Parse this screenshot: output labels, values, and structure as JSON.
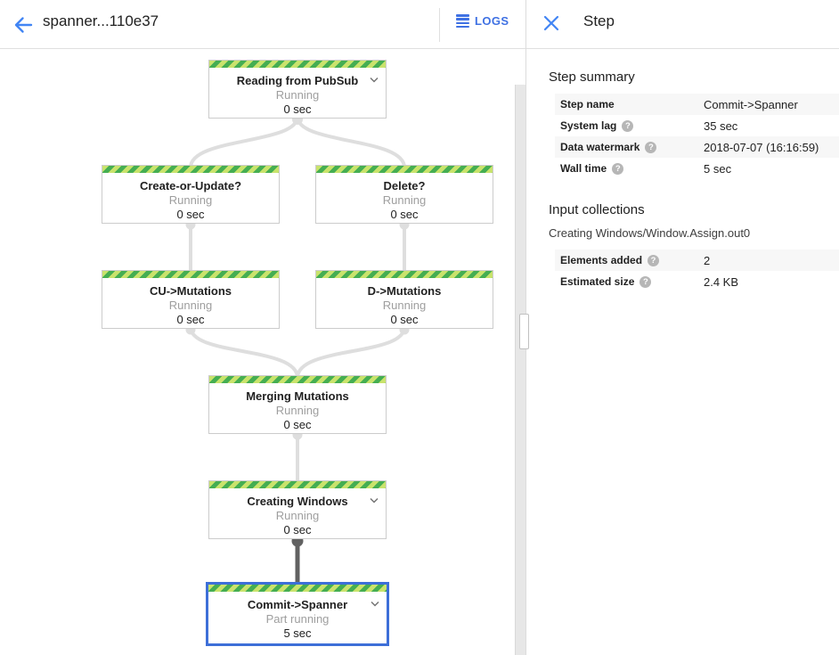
{
  "header": {
    "title": "spanner...110e37",
    "logs_button": "LOGS"
  },
  "panel": {
    "title": "Step",
    "step_summary": {
      "heading": "Step summary",
      "rows": [
        {
          "label": "Step name",
          "value": "Commit->Spanner"
        },
        {
          "label": "System lag",
          "value": "35 sec"
        },
        {
          "label": "Data watermark",
          "value": "2018-07-07 (16:16:59)"
        },
        {
          "label": "Wall time",
          "value": "5 sec"
        }
      ]
    },
    "input_collections": {
      "heading": "Input collections",
      "collection_name": "Creating Windows/Window.Assign.out0",
      "rows": [
        {
          "label": "Elements added",
          "value": "2"
        },
        {
          "label": "Estimated size",
          "value": "2.4 KB"
        }
      ]
    },
    "help_glyph": "?"
  },
  "graph": {
    "nodes": [
      {
        "title": "Reading from PubSub",
        "status": "Running",
        "time": "0 sec"
      },
      {
        "title": "Create-or-Update?",
        "status": "Running",
        "time": "0 sec"
      },
      {
        "title": "Delete?",
        "status": "Running",
        "time": "0 sec"
      },
      {
        "title": "CU->Mutations",
        "status": "Running",
        "time": "0 sec"
      },
      {
        "title": "D->Mutations",
        "status": "Running",
        "time": "0 sec"
      },
      {
        "title": "Merging Mutations",
        "status": "Running",
        "time": "0 sec"
      },
      {
        "title": "Creating Windows",
        "status": "Running",
        "time": "0 sec"
      },
      {
        "title": "Commit->Spanner",
        "status": "Part running",
        "time": "5 sec"
      }
    ],
    "colors": {
      "stripe_light": "#c9e36c",
      "stripe_dark": "#45ae52",
      "edge": "#dedede",
      "edge_selected": "#616161",
      "selected_border": "#3d6fd8",
      "accent_blue": "#3f71e3"
    }
  }
}
